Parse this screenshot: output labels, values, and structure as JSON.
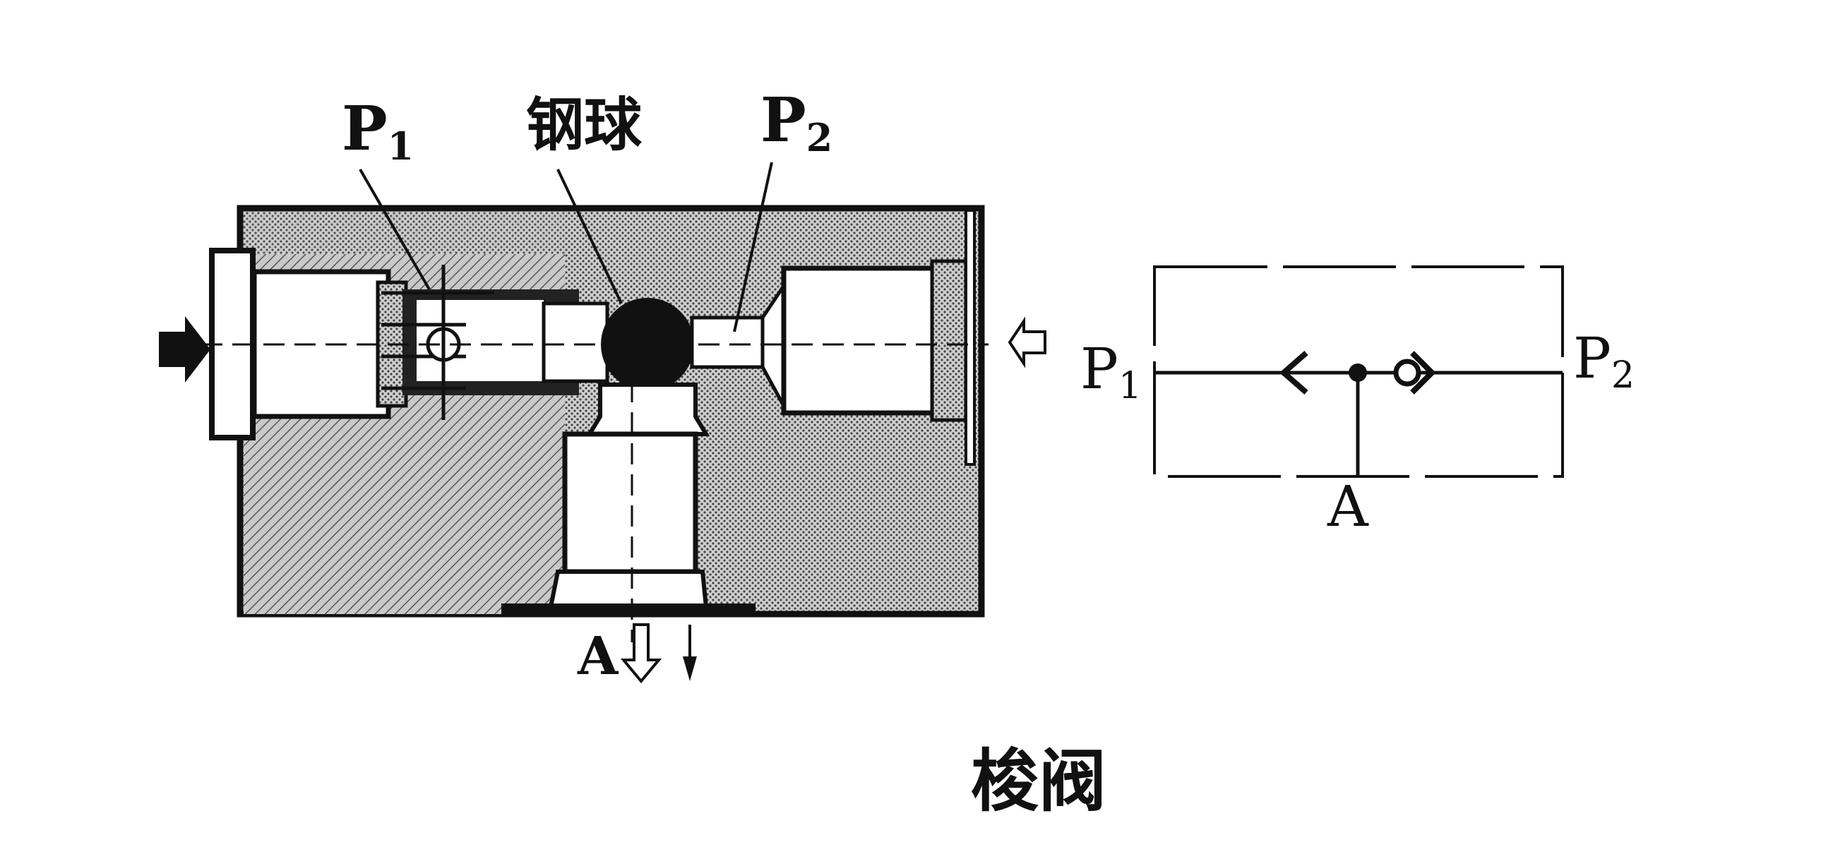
{
  "labels": {
    "p1_main": "P",
    "p1_sub": "1",
    "ball": "钢球",
    "p2_main": "P",
    "p2_sub": "2",
    "outlet": "A"
  },
  "symbol": {
    "p1_main": "P",
    "p1_sub": "1",
    "p2_main": "P",
    "p2_sub": "2",
    "outlet": "A"
  },
  "caption": "梭阀",
  "colors": {
    "ink": "#111111",
    "body_fill": "#b8b8b8",
    "paper": "#ffffff"
  }
}
